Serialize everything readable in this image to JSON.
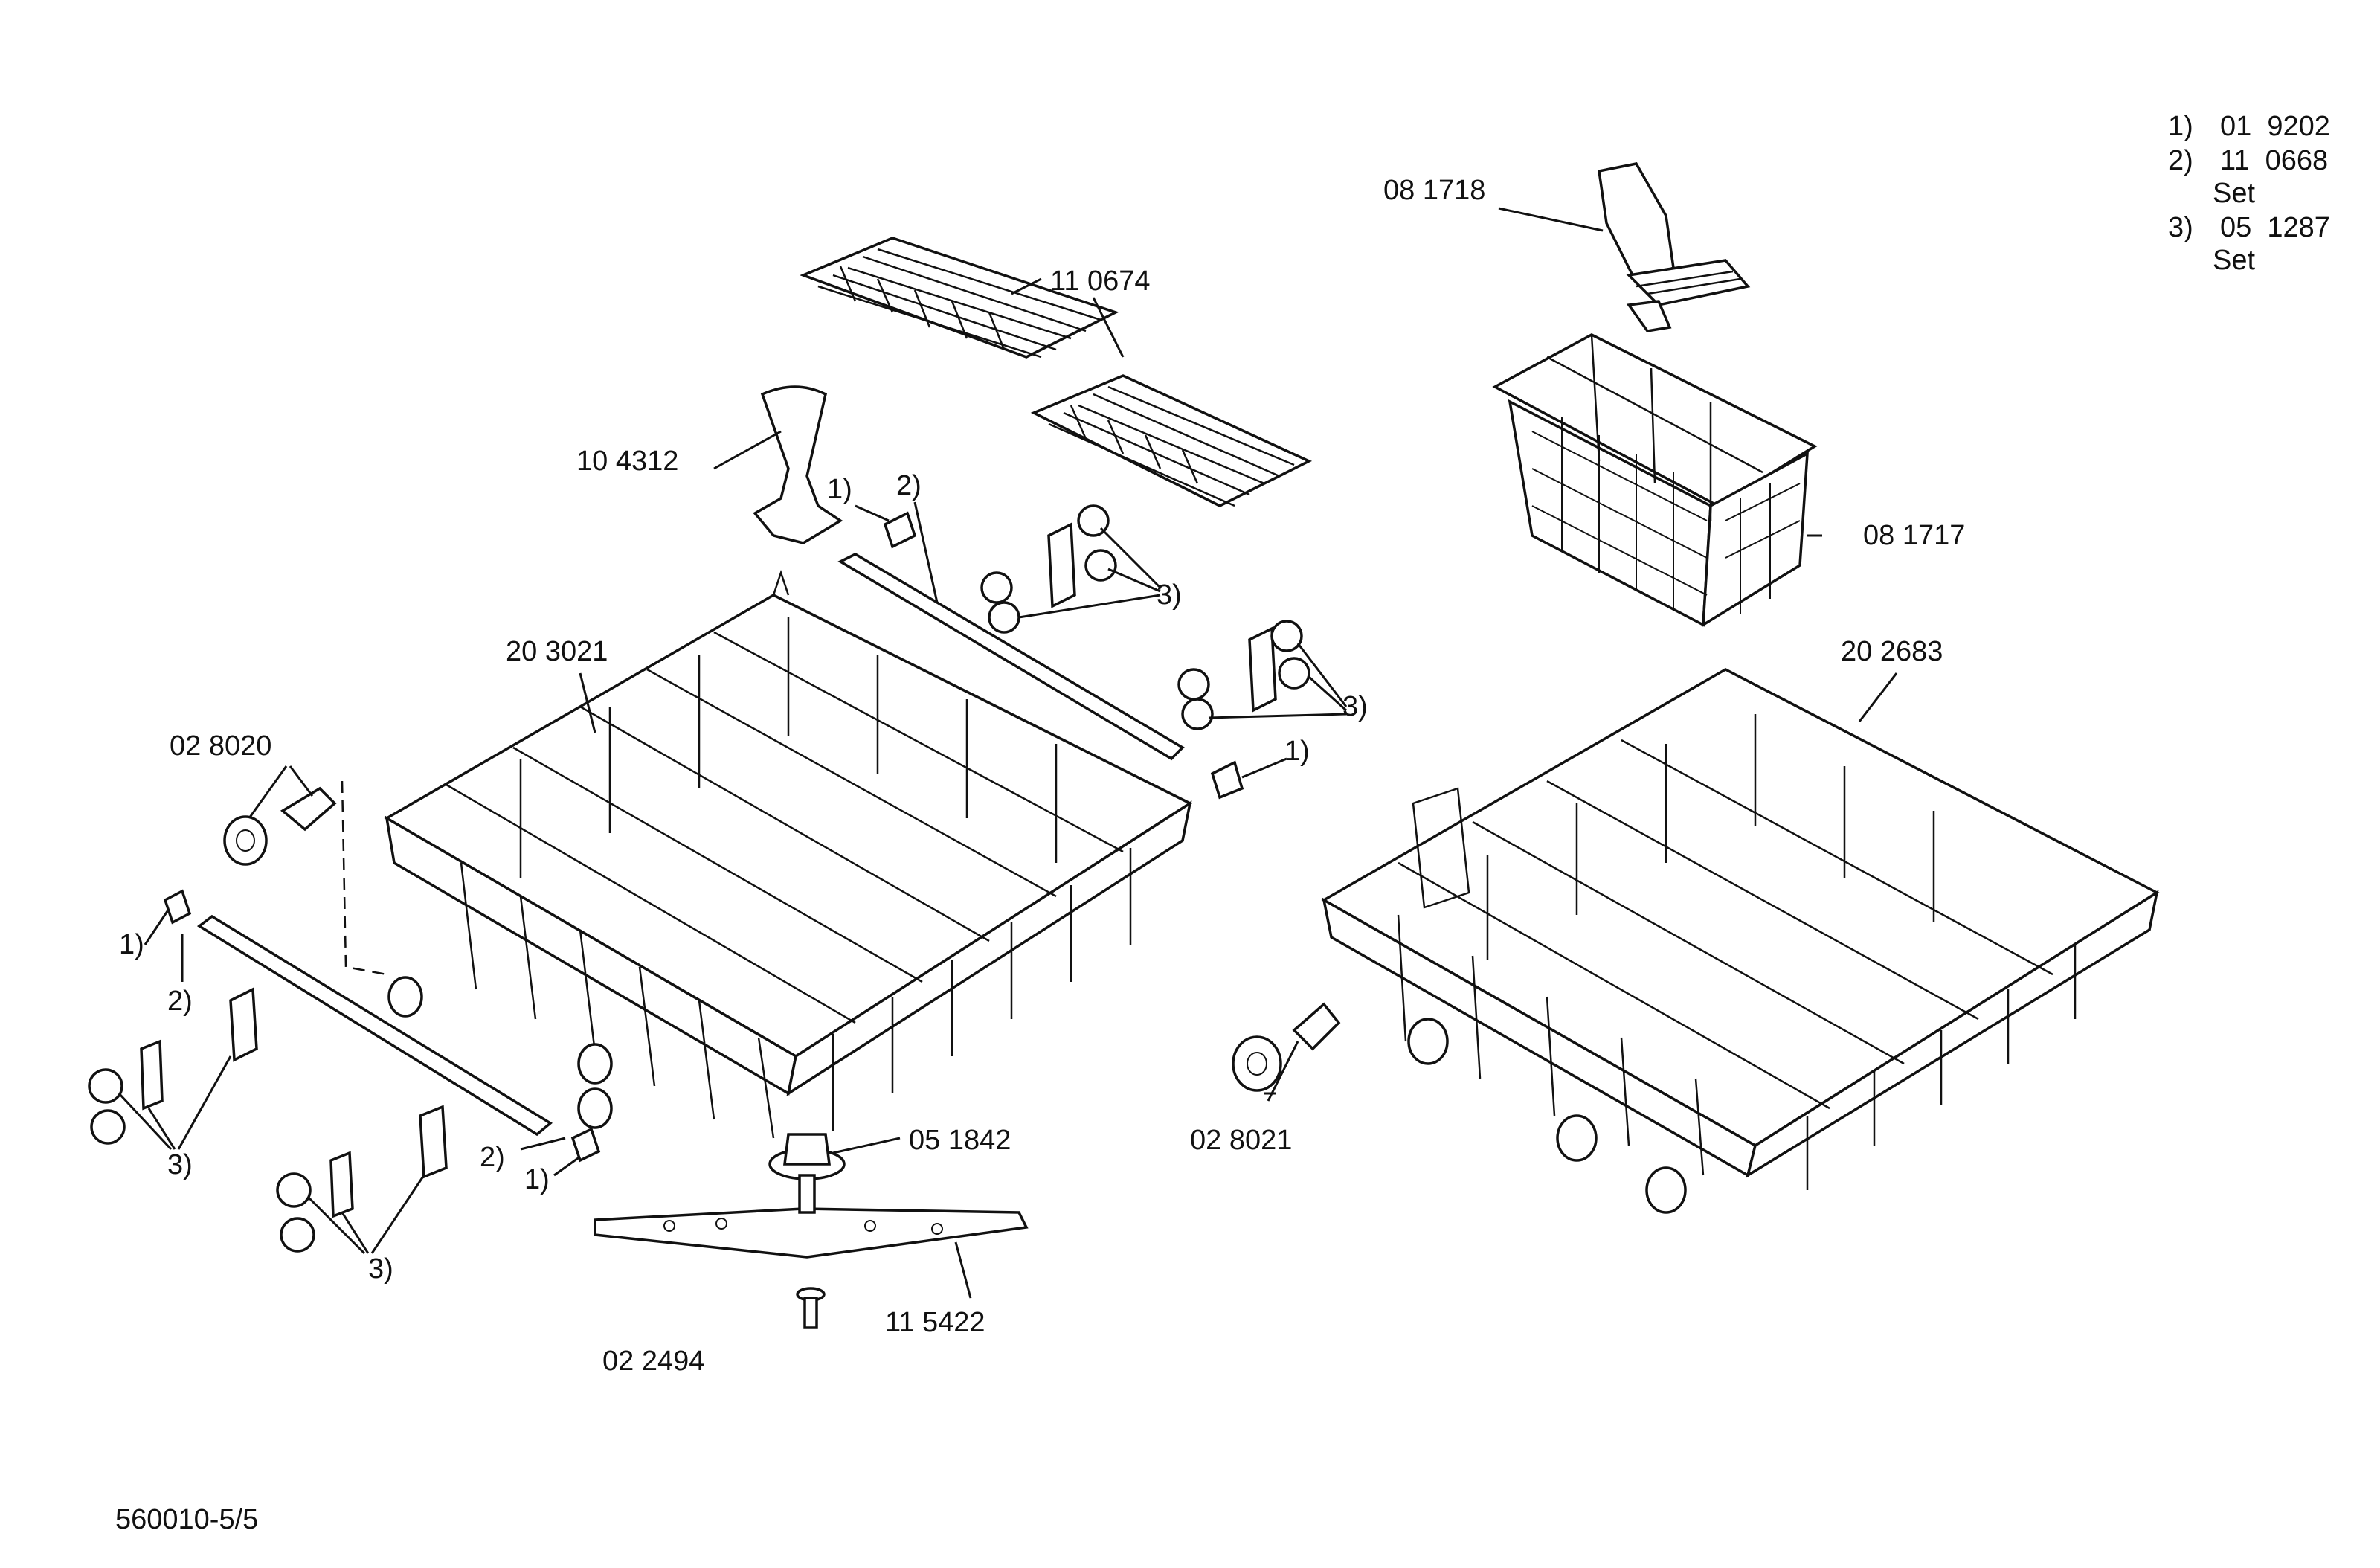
{
  "notes": [
    {
      "key": "1)",
      "value": "01  9202",
      "extra": ""
    },
    {
      "key": "2)",
      "value": "11  0668",
      "extra": "Set"
    },
    {
      "key": "3)",
      "value": "05  1287",
      "extra": "Set"
    }
  ],
  "parts": {
    "p081718": "08 1718",
    "p110674": "11 0674",
    "p104312": "10 4312",
    "p081717": "08 1717",
    "p203021": "20 3021",
    "p202683": "20 2683",
    "p028020": "02 8020",
    "p028021": "02 8021",
    "p051842": "05 1842",
    "p115422": "11 5422",
    "p022494": "02 2494"
  },
  "refs": {
    "r1": "1)",
    "r2": "2)",
    "r3": "3)"
  },
  "footer": "560010-5/5"
}
